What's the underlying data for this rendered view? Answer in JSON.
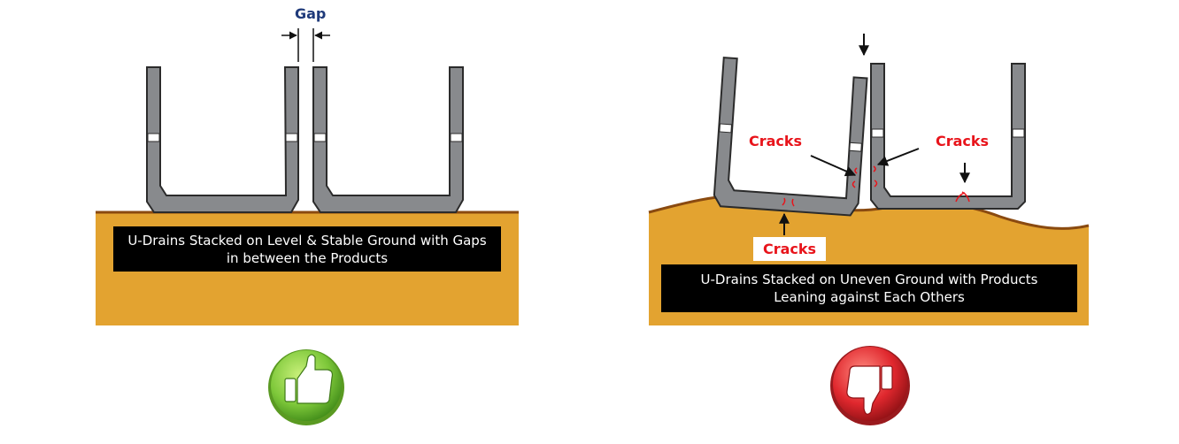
{
  "left_panel": {
    "gap_label": "Gap",
    "caption_line1": "U-Drains Stacked on Level & Stable Ground with Gaps",
    "caption_line2": "in between the Products",
    "verdict_icon": "thumbs-up-icon"
  },
  "right_panel": {
    "cracks_label_left": "Cracks",
    "cracks_label_right": "Cracks",
    "cracks_label_bottom": "Cracks",
    "caption_line1": "U-Drains Stacked on Uneven Ground with Products",
    "caption_line2": "Leaning against Each Others",
    "verdict_icon": "thumbs-down-icon"
  },
  "colors": {
    "ground": "#e3a330",
    "ground_edge": "#8a4a10",
    "drain_fill": "#888a8d",
    "drain_stroke": "#2b2b2b",
    "gap_text": "#1f3a7a",
    "crack_red": "#e8141b",
    "thumb_up_green": "#7ec83a",
    "thumb_down_red": "#e0282e"
  }
}
